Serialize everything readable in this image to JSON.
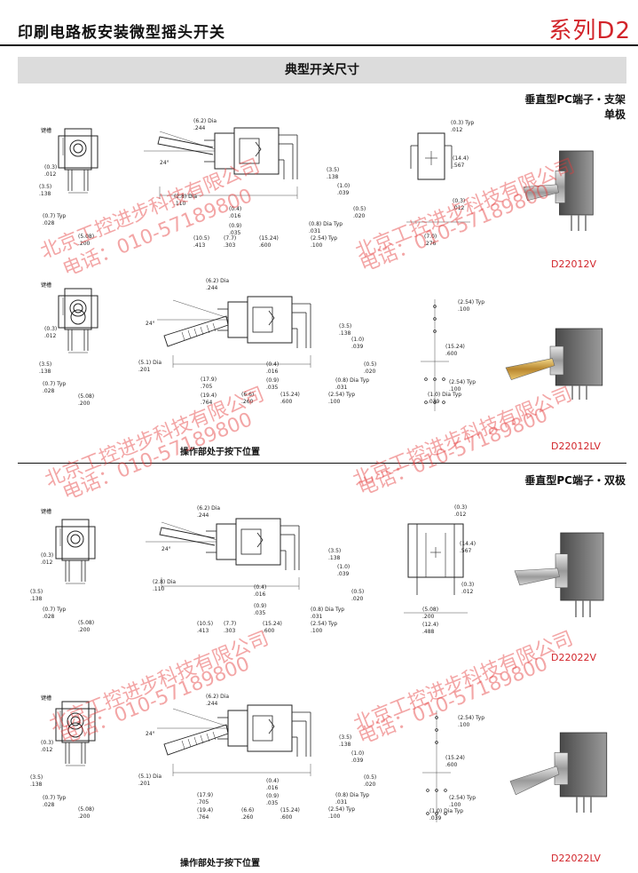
{
  "header": {
    "title": "印刷电路板安装微型摇头开关",
    "series": "系列D2"
  },
  "banner": "典型开关尺寸",
  "sections": [
    {
      "line1": "垂直型PC端子・支架",
      "line2": "单极"
    },
    {
      "line1": "垂直型PC端子・双极"
    }
  ],
  "models": [
    "D22012V",
    "D22012LV",
    "D22022V",
    "D22022LV"
  ],
  "captions": [
    "操作部处于按下位置",
    "操作部处于按下位置"
  ],
  "watermark": {
    "company": "北京工控进步科技有限公司",
    "phone": "电话：010-57189800"
  },
  "dims": {
    "r1": [
      "键槽",
      "(0.3)",
      ".012",
      "(3.5)",
      ".138",
      "(0.7) Typ",
      ".028",
      "(5.08)",
      ".200",
      "(6.2) Dia",
      ".244",
      "24°",
      "(2.8) Dia",
      ".110",
      "(0.4)",
      ".016",
      "(0.9)",
      ".035",
      "(10.5)",
      ".413",
      "(7.7)",
      ".303",
      "(15.24)",
      ".600",
      "(3.5)",
      ".138",
      "(1.0)",
      ".039",
      "(0.5)",
      ".020",
      "(0.8) Dia Typ",
      ".031",
      "(2.54) Typ",
      ".100",
      "(0.3) Typ",
      ".012",
      "(14.4)",
      ".567",
      "(0.3)",
      ".012",
      "(7.0)",
      ".276"
    ],
    "r2": [
      "键槽",
      "(0.3)",
      ".012",
      "(3.5)",
      ".138",
      "(0.7) Typ",
      ".028",
      "(5.08)",
      ".200",
      "(6.2) Dia",
      ".244",
      "24°",
      "(5.1) Dia",
      ".201",
      "(17.9)",
      ".705",
      "(19.4)",
      ".764",
      "(6.6)",
      ".260",
      "(0.4)",
      ".016",
      "(0.9)",
      ".035",
      "(15.24)",
      ".600",
      "(3.5)",
      ".138",
      "(1.0)",
      ".039",
      "(0.5)",
      ".020",
      "(0.8) Dia Typ",
      ".031",
      "(2.54) Typ",
      ".100",
      "(2.54) Typ",
      ".100",
      "(15.24)",
      ".600",
      "(2.54) Typ",
      ".100",
      "(1.0) Dia Typ",
      ".039"
    ],
    "r3": [
      "键槽",
      "(0.3)",
      ".012",
      "(3.5)",
      ".138",
      "(0.7) Typ",
      ".028",
      "(5.08)",
      ".200",
      "(6.2) Dia",
      ".244",
      "24°",
      "(2.8) Dia",
      ".110",
      "(0.4)",
      ".016",
      "(0.9)",
      ".035",
      "(10.5)",
      ".413",
      "(7.7)",
      ".303",
      "(15.24)",
      ".600",
      "(3.5)",
      ".138",
      "(1.0)",
      ".039",
      "(0.5)",
      ".020",
      "(0.8) Dia Typ",
      ".031",
      "(2.54) Typ",
      ".100",
      "(0.3)",
      ".012",
      "(14.4)",
      ".567",
      "(0.3)",
      ".012",
      "(5.08)",
      ".200",
      "(12.4)",
      ".488"
    ],
    "r4": [
      "键槽",
      "(0.3)",
      ".012",
      "(3.5)",
      ".138",
      "(0.7) Typ",
      ".028",
      "(5.08)",
      ".200",
      "(6.2) Dia",
      ".244",
      "24°",
      "(5.1) Dia",
      ".201",
      "(17.9)",
      ".705",
      "(19.4)",
      ".764",
      "(6.6)",
      ".260",
      "(0.4)",
      ".016",
      "(0.9)",
      ".035",
      "(15.24)",
      ".600",
      "(3.5)",
      ".138",
      "(1.0)",
      ".039",
      "(0.5)",
      ".020",
      "(0.8) Dia Typ",
      ".031",
      "(2.54) Typ",
      ".100",
      "(2.54) Typ",
      ".100",
      "(15.24)",
      ".600",
      "(2.54) Typ",
      ".100",
      "(1.0) Dia Typ",
      ".039"
    ]
  }
}
